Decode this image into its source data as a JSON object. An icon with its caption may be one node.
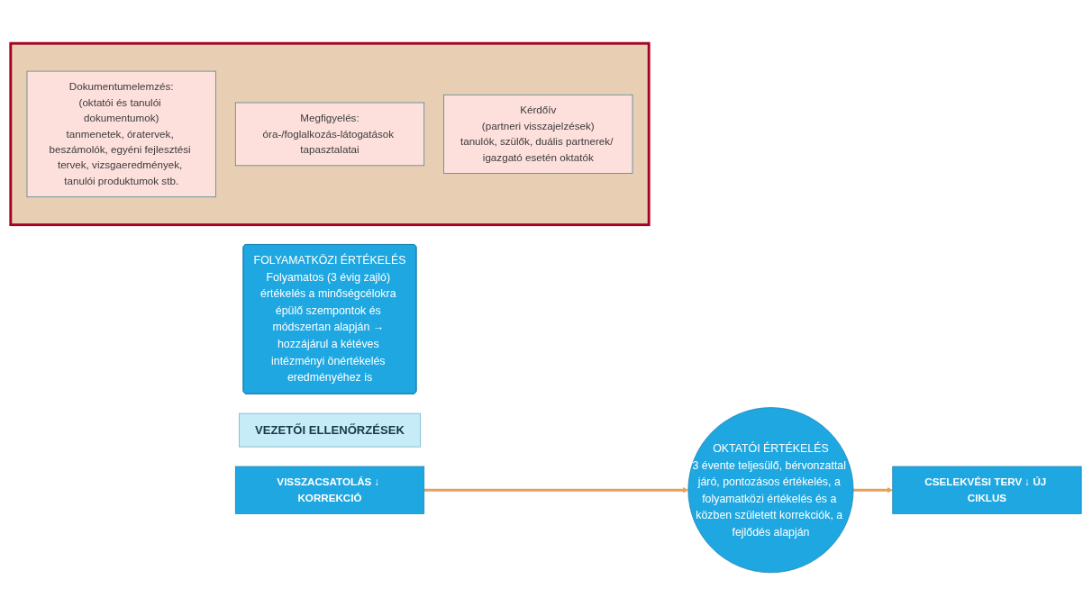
{
  "diagram": {
    "nodes": [
      {
        "text": [
          "FOLYAMATKÖZI ÉRTÉKELÉS",
          "Folyamatos (3 évig zajló) értékelés a minőségcélokra épülő szempontok és módszertan alapján → hozzájárul a kétéves intézményi önértékelés eredményéhez is"
        ]
      },
      {
        "text": [
          "VEZETŐI ELLENŐRZÉSEK"
        ]
      },
      {
        "text": [],
        "shape": "box"
      },
      {
        "text": [
          "Dokumentumelemzés:",
          "(oktatói és tanulói dokumentumok)",
          "tanmenetek, óratervek, beszámolók, egyéni fejlesztési tervek, vizsgaeredmények, tanulói produktumok stb."
        ],
        "in": 2
      },
      {
        "text": [
          "Megfigyelés:",
          "óra-/foglalkozás-látogatások tapasztalatai"
        ],
        "in": 2
      },
      {
        "text": [
          "Kérdőív",
          "(partneri visszajelzések)",
          "tanulók, szülők, duális partnerek/ igazgató esetén oktatók"
        ],
        "in": 2
      },
      {
        "text": [
          "VISSZACSATOLÁS ↓ KORREKCIÓ"
        ]
      },
      {
        "text": [
          "OKTATÓI ÉRTÉKELÉS",
          "3 évente teljesülő, bérvonzattal járó, pontozásos értékelés, a folyamatközi értékelés és a közben született korrekciók, a fejlődés alapján"
        ]
      },
      {
        "text": [
          "CSELEKVÉSI TERV ↓ ÚJ CIKLUS"
        ]
      }
    ],
    "edges": [
      {
        "from": 6,
        "to": 7,
        "arrow": "to"
      },
      {
        "from": 7,
        "to": 8,
        "arrow": "to"
      }
    ]
  }
}
